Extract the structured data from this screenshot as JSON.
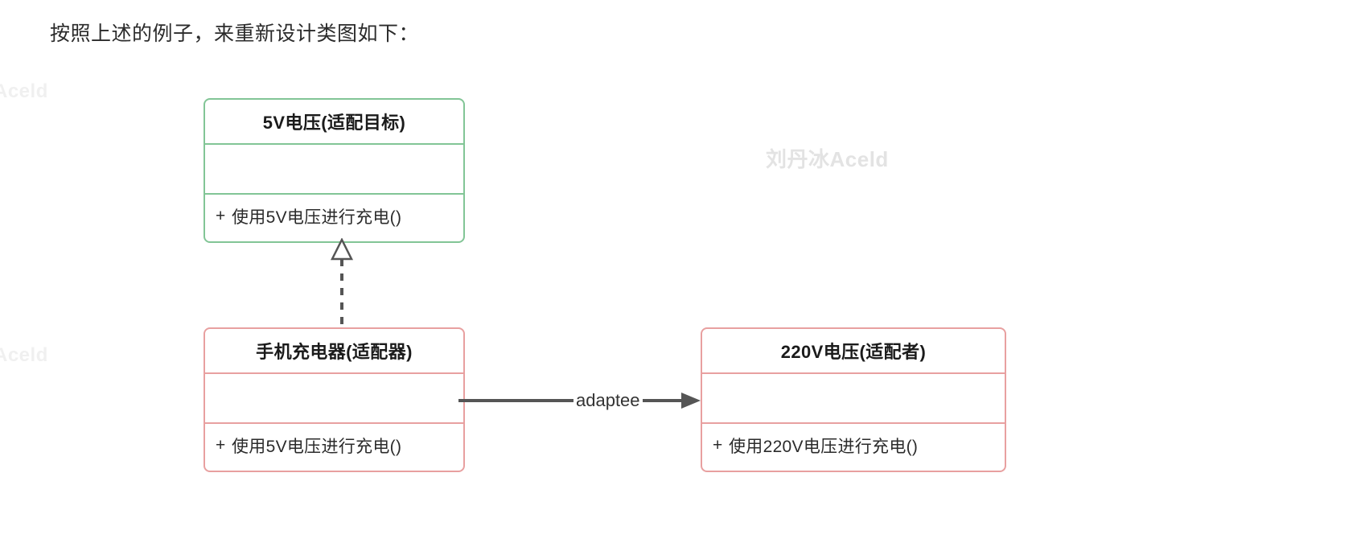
{
  "page": {
    "heading": "按照上述的例子，来重新设计类图如下："
  },
  "watermarks": {
    "main": "刘丹冰Aceld",
    "edge_top": "Aceld",
    "edge_bottom": "Aceld"
  },
  "diagram": {
    "type": "uml-class-diagram",
    "colors": {
      "target_border": "#82c596",
      "adapter_border": "#e8a0a0",
      "adaptee_border": "#e8a0a0",
      "connector": "#555555",
      "background": "#ffffff",
      "text": "#2b2b2b",
      "watermark": "#e3e3e3"
    },
    "classes": [
      {
        "id": "target",
        "name": "5V电压(适配目标)",
        "attributes": [],
        "methods": [
          {
            "visibility": "+",
            "signature": "使用5V电压进行充电()"
          }
        ]
      },
      {
        "id": "adapter",
        "name": "手机充电器(适配器)",
        "attributes": [],
        "methods": [
          {
            "visibility": "+",
            "signature": "使用5V电压进行充电()"
          }
        ]
      },
      {
        "id": "adaptee",
        "name": "220V电压(适配者)",
        "attributes": [],
        "methods": [
          {
            "visibility": "+",
            "signature": "使用220V电压进行充电()"
          }
        ]
      }
    ],
    "relations": [
      {
        "id": "realization",
        "from": "adapter",
        "to": "target",
        "kind": "realization",
        "line": "dashed",
        "arrowhead": "hollow-triangle",
        "label": ""
      },
      {
        "id": "association",
        "from": "adapter",
        "to": "adaptee",
        "kind": "association",
        "line": "solid",
        "arrowhead": "filled-arrow",
        "label": "adaptee"
      }
    ]
  }
}
